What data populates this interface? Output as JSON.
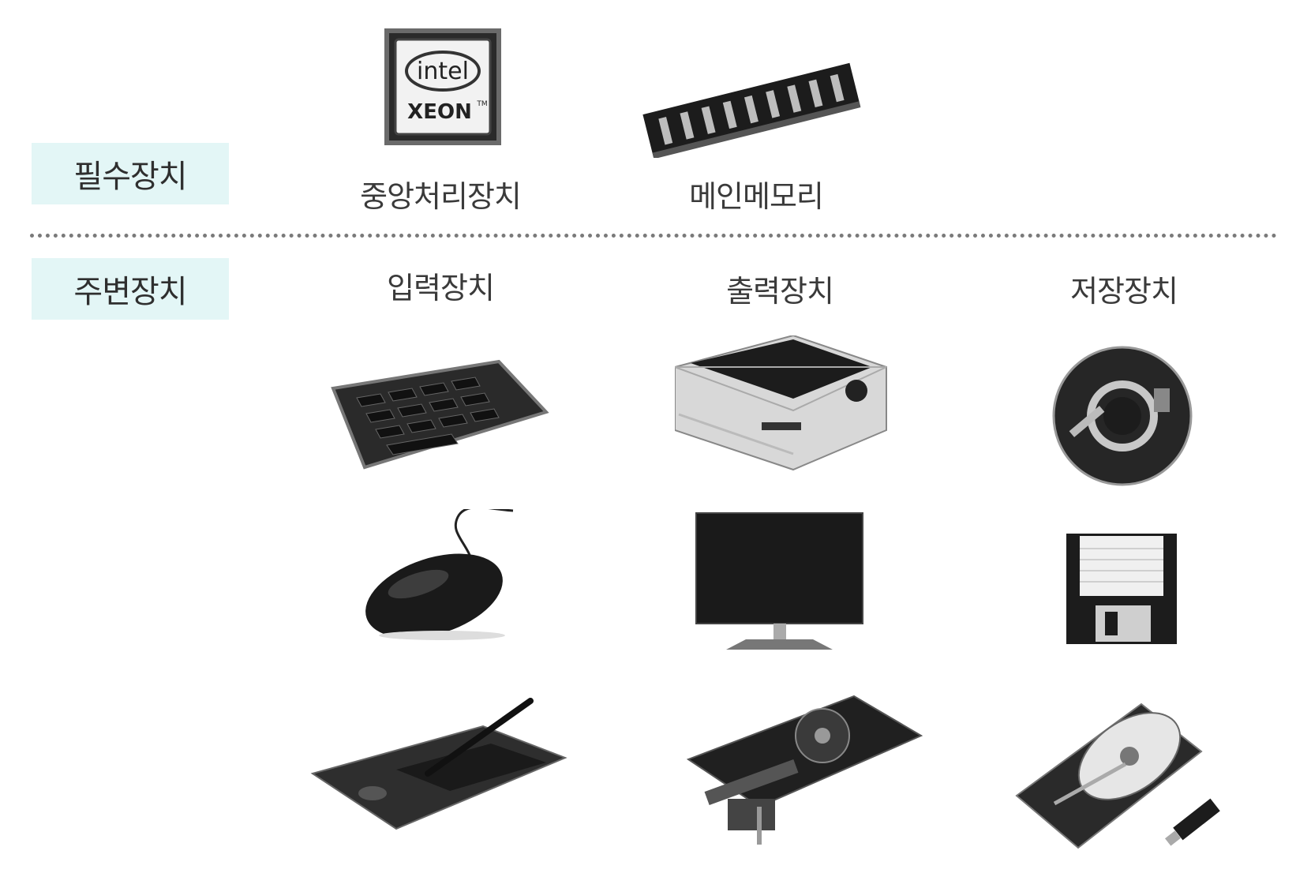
{
  "essential": {
    "category": "필수장치",
    "devices": [
      {
        "label": "중앙처리장치",
        "icon": "intel-xeon-cpu-icon"
      },
      {
        "label": "메인메모리",
        "icon": "ram-module-icon"
      }
    ]
  },
  "cpu_logo": {
    "brand": "intel",
    "model": "XEON",
    "tm": "TM"
  },
  "peripheral": {
    "category": "주변장치",
    "columns": [
      {
        "label": "입력장치",
        "icons": [
          "keyboard-icon",
          "mouse-icon",
          "drawing-tablet-icon"
        ]
      },
      {
        "label": "출력장치",
        "icons": [
          "dot-matrix-printer-icon",
          "monitor-icon",
          "graphics-card-icon"
        ]
      },
      {
        "label": "저장장치",
        "icons": [
          "optical-disc-icon",
          "floppy-disk-icon",
          "hard-drive-and-usb-icon"
        ]
      }
    ]
  },
  "colors": {
    "category_bg": "#e3f6f6",
    "device_dark": "#1c1c1c"
  }
}
